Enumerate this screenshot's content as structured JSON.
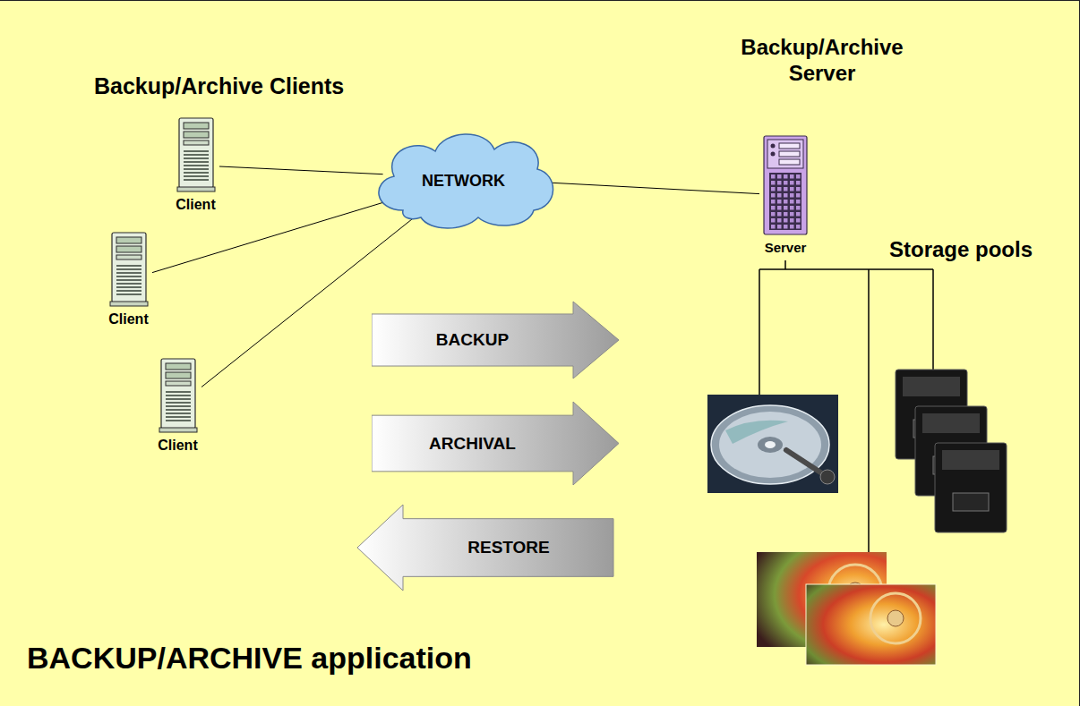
{
  "diagram": {
    "title": "BACKUP/ARCHIVE application",
    "nodes": [
      {
        "text": [
          "Client"
        ]
      },
      {
        "text": [
          "Client"
        ]
      },
      {
        "text": [
          "Client"
        ]
      },
      {
        "text": [
          "NETWORK"
        ]
      },
      {
        "text": [
          "Server"
        ]
      },
      {
        "text": [
          "BACKUP"
        ]
      },
      {
        "text": [
          "ARCHIVAL"
        ]
      },
      {
        "text": [
          "RESTORE"
        ]
      }
    ],
    "edges": [
      {
        "from": 0,
        "to": 3,
        "arrow": "none"
      },
      {
        "from": 1,
        "to": 3,
        "arrow": "none"
      },
      {
        "from": 2,
        "to": 3,
        "arrow": "none"
      },
      {
        "from": 3,
        "to": 4,
        "arrow": "none"
      }
    ],
    "labels": [
      "Backup/Archive Clients",
      "Backup/Archive Server",
      "Storage pools"
    ]
  }
}
